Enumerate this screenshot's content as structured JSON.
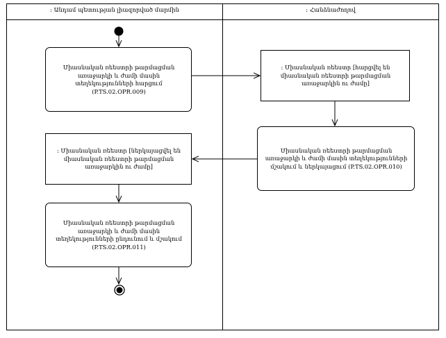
{
  "lanes": [
    {
      "title": ": Անդամ պետության լիազորված մարմին"
    },
    {
      "title": ": Հանձնաժողով"
    }
  ],
  "actions": [
    {
      "id": "a1",
      "text": "Միասնական ռեեստրի թարմացման առաջարկի և ժամի մասին տեղեկությունների հարցում (P.TS.02.OPR.009)"
    },
    {
      "id": "a2",
      "text": ": Միասնական ռեեստր [հարցվել են միասնական ռեեստրի թարմացման առաջարկին ու ժամը]"
    },
    {
      "id": "a3",
      "text": "Միասնական ռեեստրի թարմացման առաջարկի և ժամի մասին տեղեկությունների մշակում և ներկայացում (P.TS.02.OPR.010)"
    },
    {
      "id": "a4",
      "text": ": Միասնական ռեեստր [ներկայացվել են միասնական ռեեստրի թարմացման առաջարկին ու ժամը]"
    },
    {
      "id": "a5",
      "text": "Միասնական ռեեստրի թարմացման առաջարկի և ժամի մասին տեղեկությունների ընդունում և մշակում (P.TS.02.OPR.011)"
    }
  ],
  "colors": {
    "stroke": "#000000",
    "fill": "#ffffff"
  }
}
